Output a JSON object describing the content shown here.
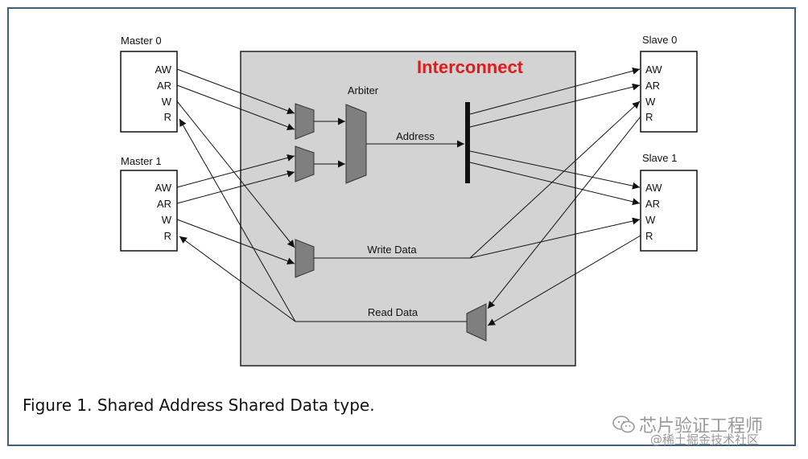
{
  "diagram": {
    "interconnect_title": "Interconnect",
    "arbiter_label": "Arbiter",
    "address_label": "Address",
    "write_data_label": "Write Data",
    "read_data_label": "Read Data",
    "masters": [
      {
        "name": "Master 0",
        "ports": [
          "AW",
          "AR",
          "W",
          "R"
        ]
      },
      {
        "name": "Master 1",
        "ports": [
          "AW",
          "AR",
          "W",
          "R"
        ]
      }
    ],
    "slaves": [
      {
        "name": "Slave 0",
        "ports": [
          "AW",
          "AR",
          "W",
          "R"
        ]
      },
      {
        "name": "Slave 1",
        "ports": [
          "AW",
          "AR",
          "W",
          "R"
        ]
      }
    ]
  },
  "caption": "Figure 1. Shared Address Shared Data type.",
  "watermark": {
    "main": "芯片验证工程师",
    "sub": "@稀土掘金技术社区"
  },
  "colors": {
    "interconnect_fill": "#d3d3d3",
    "title_red": "#e01b1b",
    "mux_fill": "#7f7f7f",
    "frame_border": "#3f5f7f"
  }
}
